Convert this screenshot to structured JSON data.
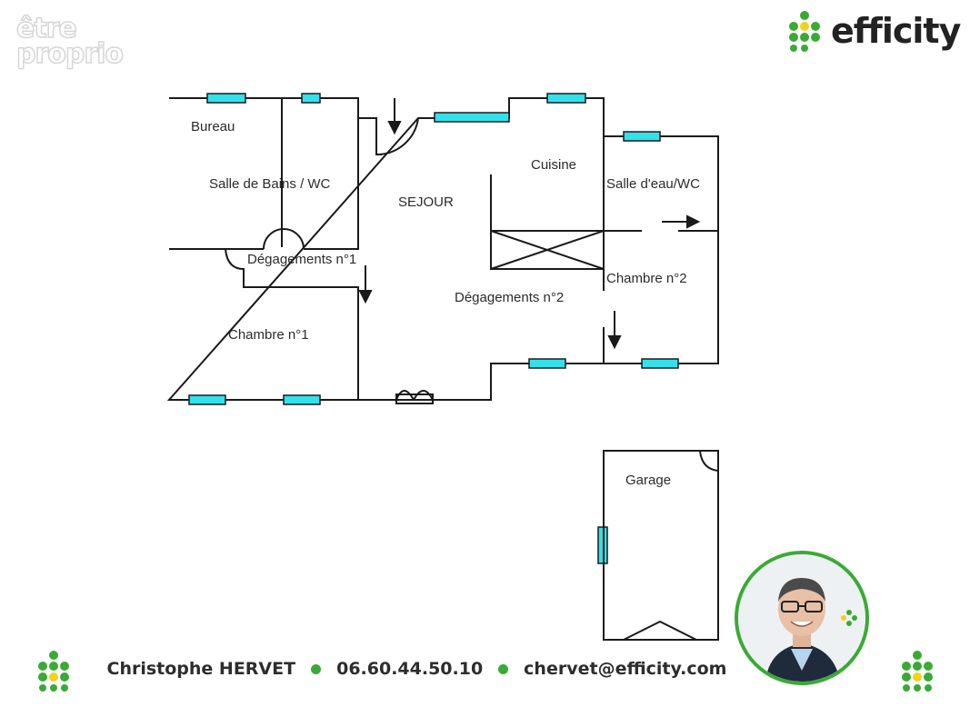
{
  "header": {
    "watermark": {
      "line1": "être",
      "line2": "proprio"
    },
    "logo_text": "efficity"
  },
  "rooms": {
    "bureau": "Bureau",
    "salle_de_bains": "Salle de Bains / WC",
    "sejour": "SEJOUR",
    "cuisine": "Cuisine",
    "salle_deau": "Salle d'eau/WC",
    "degagements1": "Dégagements n°1",
    "degagements2": "Dégagements n°2",
    "chambre1": "Chambre n°1",
    "chambre2": "Chambre n°2",
    "garage": "Garage"
  },
  "footer": {
    "name": "Christophe HERVET",
    "phone": "06.60.44.50.10",
    "email": "chervet@efficity.com"
  },
  "colors": {
    "brand_green": "#3aaa35",
    "brand_yellow": "#f2d21b",
    "window": "#33e1ea",
    "wall": "#1a1a1a"
  },
  "icons": {
    "logo": "efficity-dots-icon",
    "footer_left": "efficity-dots-icon",
    "footer_right": "efficity-dots-icon"
  }
}
